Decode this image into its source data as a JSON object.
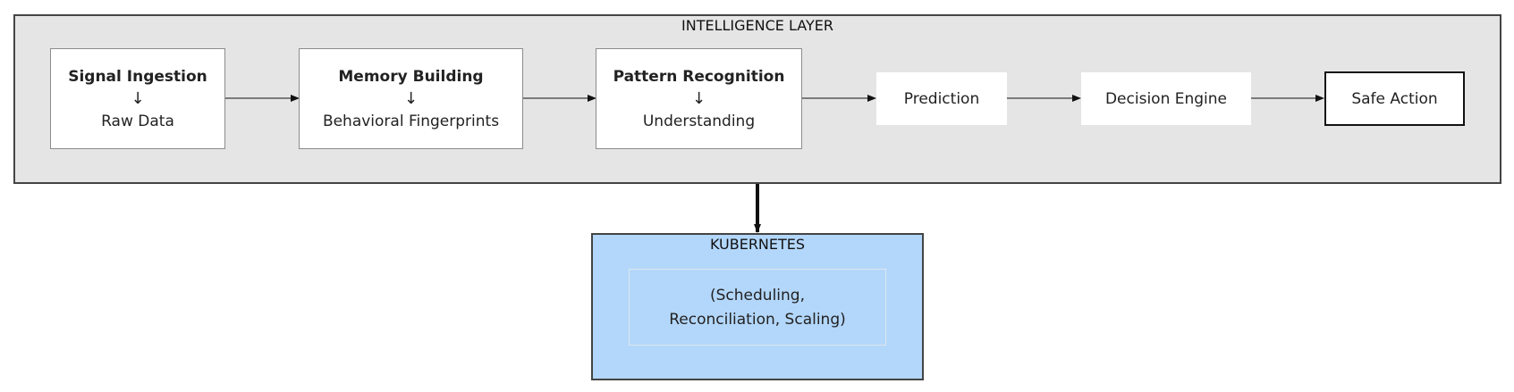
{
  "intelligence_layer": {
    "title": "INTELLIGENCE LAYER",
    "nodes": [
      {
        "title": "Signal Ingestion",
        "arrow": "↓",
        "subtitle": "Raw Data"
      },
      {
        "title": "Memory Building",
        "arrow": "↓",
        "subtitle": "Behavioral Fingerprints"
      },
      {
        "title": "Pattern Recognition",
        "arrow": "↓",
        "subtitle": "Understanding"
      },
      {
        "label": "Prediction"
      },
      {
        "label": "Decision Engine"
      },
      {
        "label": "Safe Action"
      }
    ]
  },
  "kubernetes": {
    "title": "KUBERNETES",
    "line1": "(Scheduling,",
    "line2": "Reconciliation, Scaling)"
  },
  "colors": {
    "layer_background": "#e5e5e5",
    "kubernetes_background": "#b3d7fb",
    "border": "#444444",
    "edge": "#111111"
  }
}
